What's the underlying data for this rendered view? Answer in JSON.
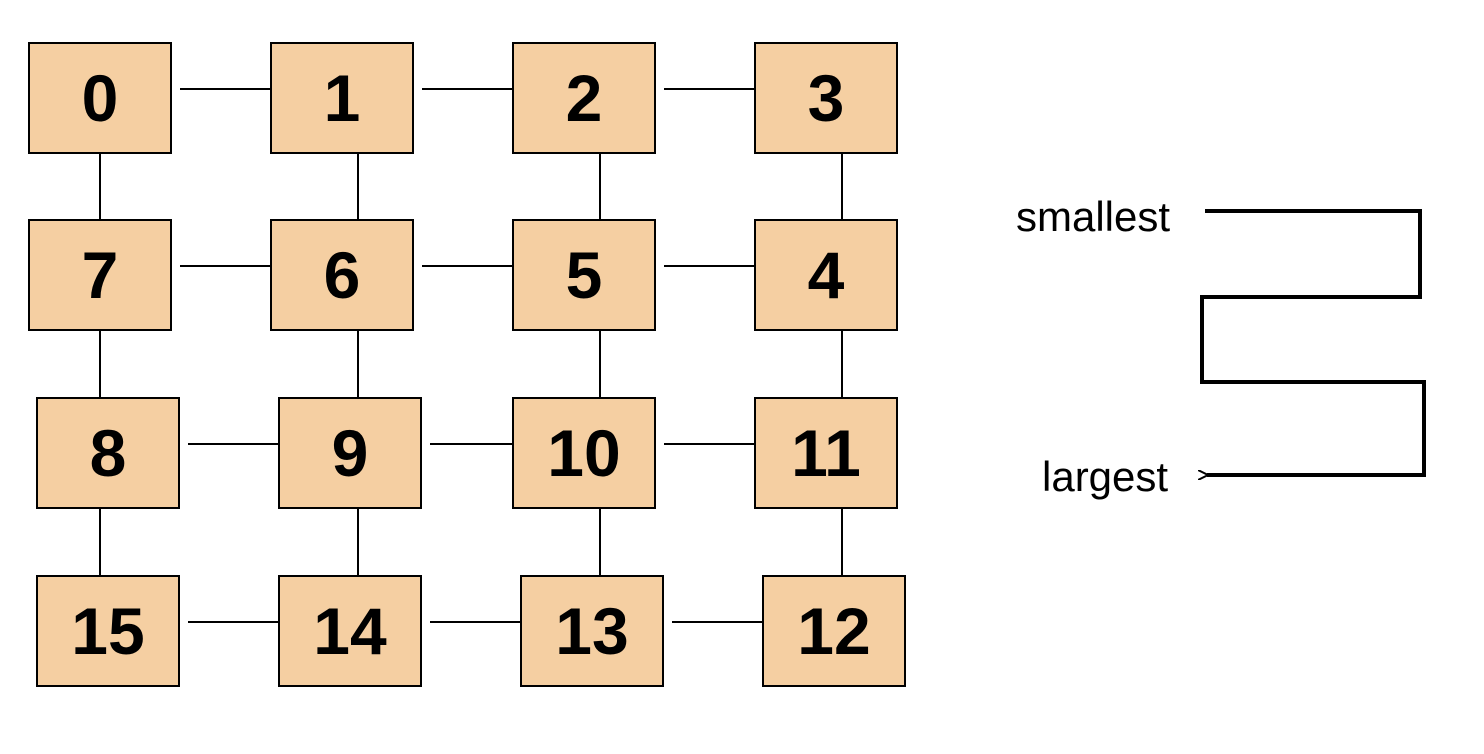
{
  "colors": {
    "node_fill": "#F5CFA2",
    "node_border": "#000000",
    "line": "#000000",
    "background": "#FFFFFF"
  },
  "grid": {
    "rows": [
      [
        "0",
        "1",
        "2",
        "3"
      ],
      [
        "7",
        "6",
        "5",
        "4"
      ],
      [
        "8",
        "9",
        "10",
        "11"
      ],
      [
        "15",
        "14",
        "13",
        "12"
      ]
    ]
  },
  "legend": {
    "start_label": "smallest",
    "end_label": "largest"
  }
}
